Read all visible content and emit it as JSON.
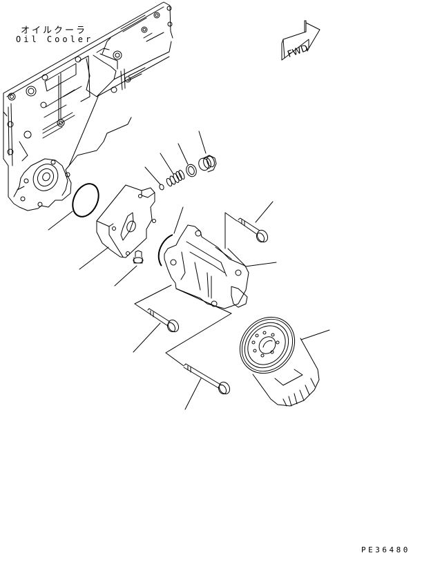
{
  "diagram": {
    "title_jp": "オイルクーラ",
    "title_en": "Oil Cooler",
    "direction_indicator": "FWD",
    "document_code": "PE36480",
    "colors": {
      "line": "#000000",
      "background": "#ffffff"
    },
    "parts": [
      {
        "id": "oil-cooler-housing",
        "name": "Oil cooler housing"
      },
      {
        "id": "o-ring-large",
        "name": "O-ring"
      },
      {
        "id": "cover-plate",
        "name": "Cover"
      },
      {
        "id": "breather-plug",
        "name": "Plug"
      },
      {
        "id": "ball",
        "name": "Ball"
      },
      {
        "id": "spring",
        "name": "Spring"
      },
      {
        "id": "washer",
        "name": "Washer"
      },
      {
        "id": "plug",
        "name": "Plug"
      },
      {
        "id": "gasket",
        "name": "Gasket"
      },
      {
        "id": "bolt-upper",
        "name": "Bolt"
      },
      {
        "id": "filter-head",
        "name": "Filter head"
      },
      {
        "id": "bolt-middle",
        "name": "Bolt"
      },
      {
        "id": "bolt-lower",
        "name": "Bolt"
      },
      {
        "id": "oil-filter",
        "name": "Oil filter cartridge"
      }
    ]
  }
}
